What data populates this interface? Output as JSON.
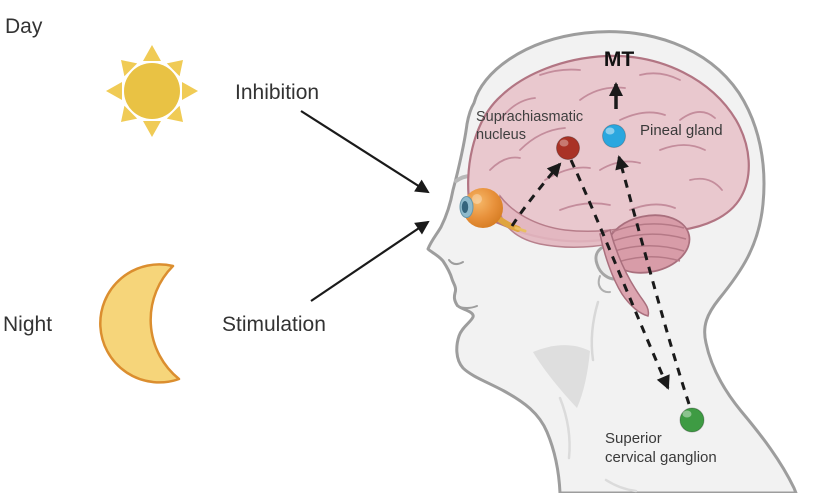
{
  "scene": {
    "left_panel": {
      "day": {
        "label": "Day",
        "icon": "sun-icon",
        "signal_label": "Inhibition"
      },
      "night": {
        "label": "Night",
        "icon": "moon-icon",
        "signal_label": "Stimulation"
      }
    },
    "head_diagram": {
      "hormone_label": "MT",
      "nodes": {
        "scn": {
          "line1": "Suprachiasmatic",
          "line2": "nucleus",
          "color": "#A93226"
        },
        "pineal": {
          "label": "Pineal gland",
          "color": "#2AA7DF"
        },
        "scg": {
          "line1": "Superior",
          "line2": "cervical ganglion",
          "color": "#3E9B43"
        }
      }
    },
    "colors": {
      "sun_disc": "#E9C244",
      "sun_rays": "#F0CB55",
      "moon_fill": "#F6D57A",
      "moon_stroke": "#DB8E2F",
      "head_fill": "#F2F2F2",
      "head_stroke": "#9D9D9D",
      "brain_fill": "#E9C8CE",
      "brain_outline": "#B27583",
      "arrow": "#1A1A1A"
    }
  }
}
